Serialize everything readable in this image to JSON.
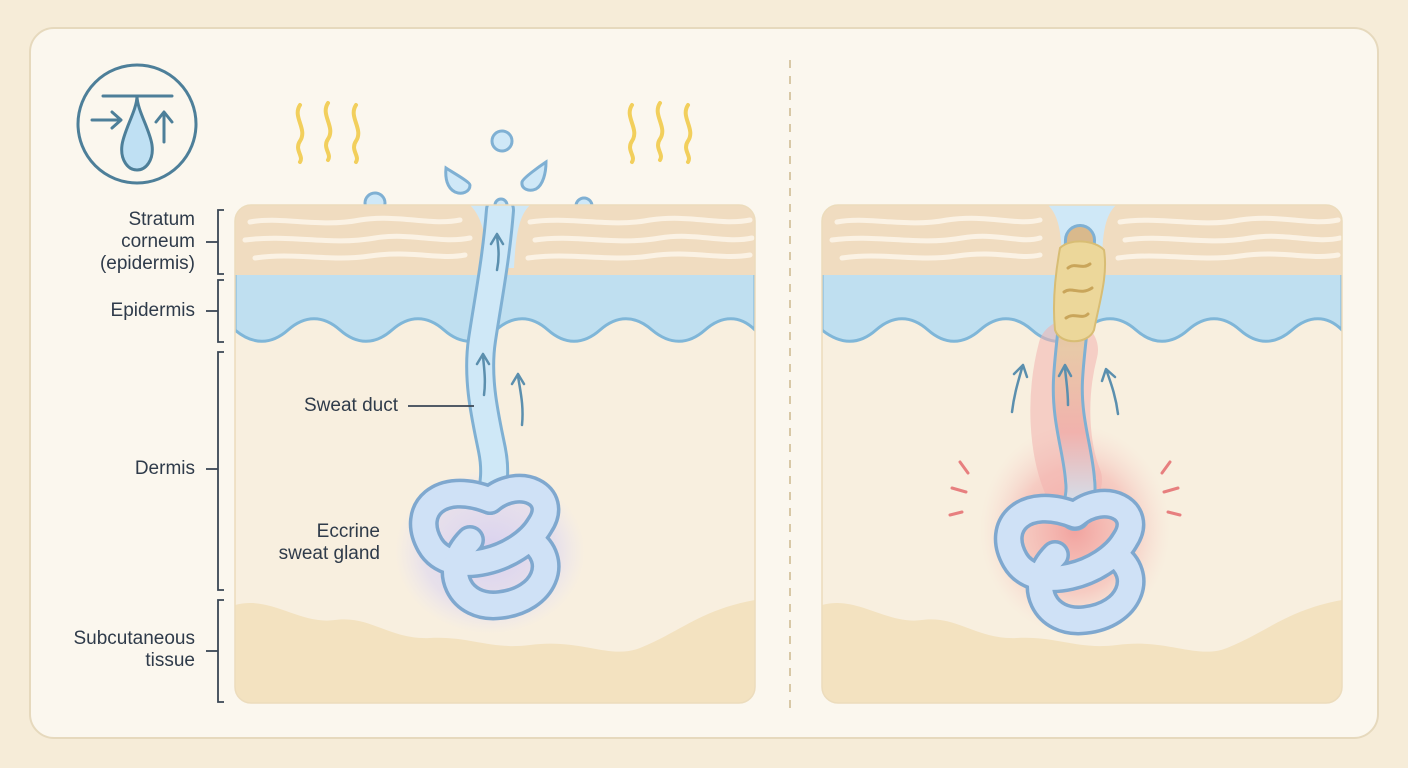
{
  "labels": {
    "stratum_line1": "Stratum",
    "stratum_line2": "corneum",
    "stratum_line3": "(epidermis)",
    "epidermis": "Epidermis",
    "dermis": "Dermis",
    "subcutaneous_line1": "Subcutaneous",
    "subcutaneous_line2": "tissue",
    "sweat_duct": "Sweat duct",
    "gland_line1": "Eccrine",
    "gland_line2": "sweat gland"
  },
  "icons": {
    "logo": "sweat-drop-flow-icon",
    "heat": "heat-waves-icon",
    "arrow": "arrow-up-icon",
    "inflammation": "inflammation-rays-icon"
  },
  "colors": {
    "page_bg": "#f6ecd8",
    "frame_bg": "#fbf7ee",
    "frame_border": "#e6d9bd",
    "stratum": "#f0dcc0",
    "epidermis": "#bfdff0",
    "epidermis_border": "#7fb6d8",
    "dermis": "#f8efdf",
    "subcutaneous": "#f3e2c0",
    "duct": "#cfe8f7",
    "duct_border": "#7fb0d3",
    "gland_glow": "#d9d2f0",
    "inflammation": "#f2a0a0",
    "plug": "#ecd79a",
    "heat": "#f2cf5c",
    "arrow": "#5b8fae",
    "label_text": "#2f3b4a"
  }
}
